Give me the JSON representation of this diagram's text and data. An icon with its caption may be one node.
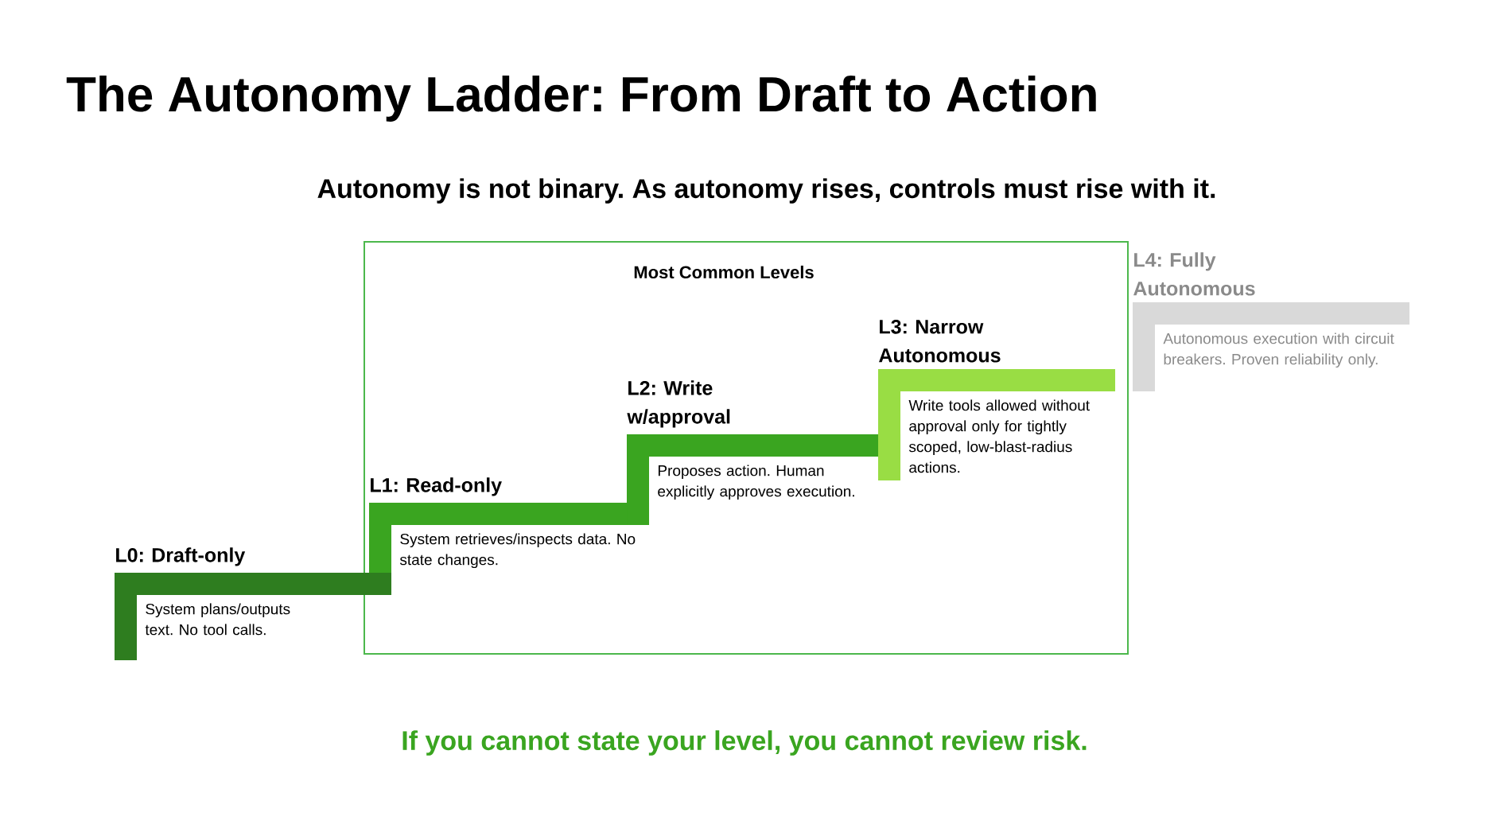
{
  "diagram": {
    "title": "The Autonomy Ladder: From Draft to Action",
    "nodes": [
      {
        "text": [
          "Most Common Levels"
        ]
      },
      {
        "text": [
          "L0: Draft-only",
          "System plans/outputs text. No tool calls."
        ]
      },
      {
        "text": [
          "L1: Read-only",
          "System retrieves/inspects data. No state changes."
        ],
        "in": 0
      },
      {
        "text": [
          "L2: Write w/approval",
          "Proposes action. Human explicitly approves execution."
        ],
        "in": 0
      },
      {
        "text": [
          "L3: Narrow Autonomous",
          "Write tools allowed without approval only for tightly scoped, low-blast-radius actions."
        ],
        "in": 0
      },
      {
        "text": [
          "L4: Fully Autonomous",
          "Autonomous execution with circuit breakers. Proven reliability only."
        ]
      }
    ],
    "labels": [
      "Autonomy is not binary. As autonomy rises, controls must rise with it.",
      "If you cannot state your level, you cannot review risk."
    ]
  }
}
